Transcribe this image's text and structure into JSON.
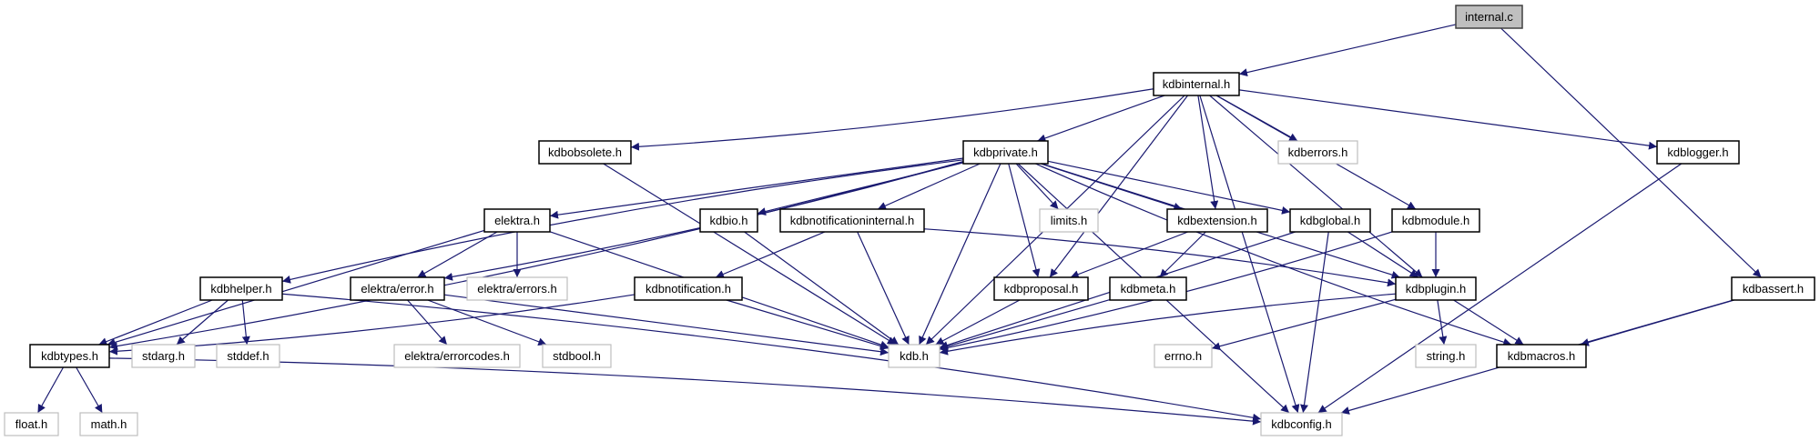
{
  "title": "internal.c include dependency graph",
  "colors": {
    "edge": "#191970",
    "root_fill": "#bfbfbf",
    "root_border": "#404040",
    "documented_border": "#000000",
    "external_border": "#bfbfbf",
    "node_fill": "#ffffff"
  },
  "nodes": [
    {
      "id": "internal_c",
      "label": "internal.c",
      "kind": "root"
    },
    {
      "id": "kdbinternal_h",
      "label": "kdbinternal.h",
      "kind": "documented"
    },
    {
      "id": "kdbobsolete_h",
      "label": "kdbobsolete.h",
      "kind": "documented"
    },
    {
      "id": "kdbprivate_h",
      "label": "kdbprivate.h",
      "kind": "documented"
    },
    {
      "id": "kdberrors_h",
      "label": "kdberrors.h",
      "kind": "external"
    },
    {
      "id": "kdblogger_h",
      "label": "kdblogger.h",
      "kind": "documented"
    },
    {
      "id": "elektra_h",
      "label": "elektra.h",
      "kind": "documented"
    },
    {
      "id": "kdbio_h",
      "label": "kdbio.h",
      "kind": "documented"
    },
    {
      "id": "kdbnotificationinternal_h",
      "label": "kdbnotificationinternal.h",
      "kind": "documented"
    },
    {
      "id": "limits_h",
      "label": "limits.h",
      "kind": "external"
    },
    {
      "id": "kdbextension_h",
      "label": "kdbextension.h",
      "kind": "documented"
    },
    {
      "id": "kdbglobal_h",
      "label": "kdbglobal.h",
      "kind": "documented"
    },
    {
      "id": "kdbmodule_h",
      "label": "kdbmodule.h",
      "kind": "documented"
    },
    {
      "id": "kdbhelper_h",
      "label": "kdbhelper.h",
      "kind": "documented"
    },
    {
      "id": "elektra_error_h",
      "label": "elektra/error.h",
      "kind": "documented"
    },
    {
      "id": "elektra_errors_h",
      "label": "elektra/errors.h",
      "kind": "external"
    },
    {
      "id": "kdbnotification_h",
      "label": "kdbnotification.h",
      "kind": "documented"
    },
    {
      "id": "kdbproposal_h",
      "label": "kdbproposal.h",
      "kind": "documented"
    },
    {
      "id": "kdbmeta_h",
      "label": "kdbmeta.h",
      "kind": "documented"
    },
    {
      "id": "kdbplugin_h",
      "label": "kdbplugin.h",
      "kind": "documented"
    },
    {
      "id": "kdbassert_h",
      "label": "kdbassert.h",
      "kind": "documented"
    },
    {
      "id": "kdbtypes_h",
      "label": "kdbtypes.h",
      "kind": "documented"
    },
    {
      "id": "stdarg_h",
      "label": "stdarg.h",
      "kind": "external"
    },
    {
      "id": "stddef_h",
      "label": "stddef.h",
      "kind": "external"
    },
    {
      "id": "elektra_errorcodes_h",
      "label": "elektra/errorcodes.h",
      "kind": "external"
    },
    {
      "id": "stdbool_h",
      "label": "stdbool.h",
      "kind": "external"
    },
    {
      "id": "kdb_h",
      "label": "kdb.h",
      "kind": "external"
    },
    {
      "id": "errno_h",
      "label": "errno.h",
      "kind": "external"
    },
    {
      "id": "string_h",
      "label": "string.h",
      "kind": "external"
    },
    {
      "id": "kdbmacros_h",
      "label": "kdbmacros.h",
      "kind": "documented"
    },
    {
      "id": "float_h",
      "label": "float.h",
      "kind": "external"
    },
    {
      "id": "math_h",
      "label": "math.h",
      "kind": "external"
    },
    {
      "id": "kdbconfig_h",
      "label": "kdbconfig.h",
      "kind": "external"
    }
  ],
  "edges": [
    [
      "internal_c",
      "kdbinternal_h"
    ],
    [
      "internal_c",
      "kdbassert_h"
    ],
    [
      "kdbinternal_h",
      "kdbobsolete_h"
    ],
    [
      "kdbinternal_h",
      "kdbprivate_h"
    ],
    [
      "kdbinternal_h",
      "kdberrors_h"
    ],
    [
      "kdbinternal_h",
      "kdblogger_h"
    ],
    [
      "kdbinternal_h",
      "kdbextension_h"
    ],
    [
      "kdbinternal_h",
      "kdbmodule_h"
    ],
    [
      "kdbinternal_h",
      "kdbproposal_h"
    ],
    [
      "kdbinternal_h",
      "kdbplugin_h"
    ],
    [
      "kdbinternal_h",
      "kdb_h"
    ],
    [
      "kdbinternal_h",
      "kdbconfig_h"
    ],
    [
      "kdbobsolete_h",
      "kdb_h"
    ],
    [
      "kdbprivate_h",
      "elektra_h"
    ],
    [
      "kdbprivate_h",
      "kdbio_h"
    ],
    [
      "kdbprivate_h",
      "kdbnotificationinternal_h"
    ],
    [
      "kdbprivate_h",
      "limits_h"
    ],
    [
      "kdbprivate_h",
      "kdbextension_h"
    ],
    [
      "kdbprivate_h",
      "kdbglobal_h"
    ],
    [
      "kdbprivate_h",
      "kdbhelper_h"
    ],
    [
      "kdbprivate_h",
      "elektra_error_h"
    ],
    [
      "kdbprivate_h",
      "kdbproposal_h"
    ],
    [
      "kdbprivate_h",
      "kdbplugin_h"
    ],
    [
      "kdbprivate_h",
      "kdbmacros_h"
    ],
    [
      "kdbprivate_h",
      "kdbtypes_h"
    ],
    [
      "kdbprivate_h",
      "kdb_h"
    ],
    [
      "kdbprivate_h",
      "kdbconfig_h"
    ],
    [
      "kdblogger_h",
      "kdbconfig_h"
    ],
    [
      "elektra_h",
      "elektra_error_h"
    ],
    [
      "elektra_h",
      "elektra_errors_h"
    ],
    [
      "elektra_h",
      "kdbtypes_h"
    ],
    [
      "elektra_h",
      "kdb_h"
    ],
    [
      "kdbio_h",
      "kdb_h"
    ],
    [
      "kdbnotificationinternal_h",
      "kdbnotification_h"
    ],
    [
      "kdbnotificationinternal_h",
      "kdbplugin_h"
    ],
    [
      "kdbnotificationinternal_h",
      "kdb_h"
    ],
    [
      "kdbextension_h",
      "kdbproposal_h"
    ],
    [
      "kdbextension_h",
      "kdbmeta_h"
    ],
    [
      "kdbglobal_h",
      "kdbplugin_h"
    ],
    [
      "kdbglobal_h",
      "kdb_h"
    ],
    [
      "kdbglobal_h",
      "kdbconfig_h"
    ],
    [
      "kdbmodule_h",
      "kdbplugin_h"
    ],
    [
      "kdbmodule_h",
      "kdb_h"
    ],
    [
      "kdbhelper_h",
      "kdbtypes_h"
    ],
    [
      "kdbhelper_h",
      "stdarg_h"
    ],
    [
      "kdbhelper_h",
      "stddef_h"
    ],
    [
      "kdbhelper_h",
      "kdbconfig_h"
    ],
    [
      "elektra_error_h",
      "elektra_errorcodes_h"
    ],
    [
      "elektra_error_h",
      "stdbool_h"
    ],
    [
      "elektra_error_h",
      "kdb_h"
    ],
    [
      "kdbnotification_h",
      "kdbtypes_h"
    ],
    [
      "kdbnotification_h",
      "kdb_h"
    ],
    [
      "kdbproposal_h",
      "kdb_h"
    ],
    [
      "kdbmeta_h",
      "kdb_h"
    ],
    [
      "kdbplugin_h",
      "errno_h"
    ],
    [
      "kdbplugin_h",
      "string_h"
    ],
    [
      "kdbplugin_h",
      "kdbmacros_h"
    ],
    [
      "kdbplugin_h",
      "kdb_h"
    ],
    [
      "kdbassert_h",
      "kdbmacros_h"
    ],
    [
      "kdbassert_h",
      "kdbconfig_h"
    ],
    [
      "kdbtypes_h",
      "float_h"
    ],
    [
      "kdbtypes_h",
      "math_h"
    ],
    [
      "kdbtypes_h",
      "kdbconfig_h"
    ]
  ]
}
